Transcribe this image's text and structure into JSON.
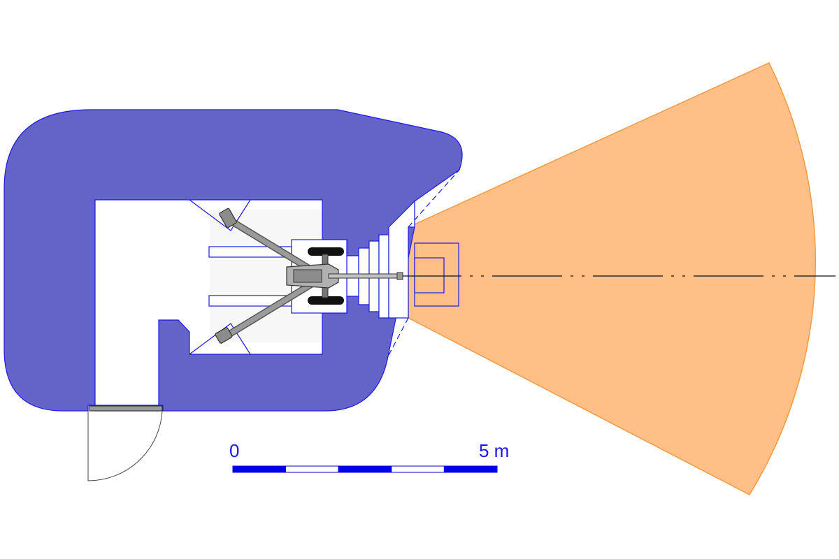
{
  "scale_bar": {
    "start_label": "0",
    "end_label": "5 m",
    "segments": 5,
    "segment_colors": [
      "#0000e6",
      "#ffffff"
    ]
  },
  "colors": {
    "bunker_wall": "#6464c8",
    "wall_outline": "#1a1ae6",
    "firing_sector_fill": "#ffbf87",
    "firing_sector_stroke": "#f29b45",
    "gun_body": "#8c8c8c",
    "axis_line": "#111111"
  },
  "icons": {
    "gun": "field-gun-icon",
    "door": "door-icon"
  }
}
